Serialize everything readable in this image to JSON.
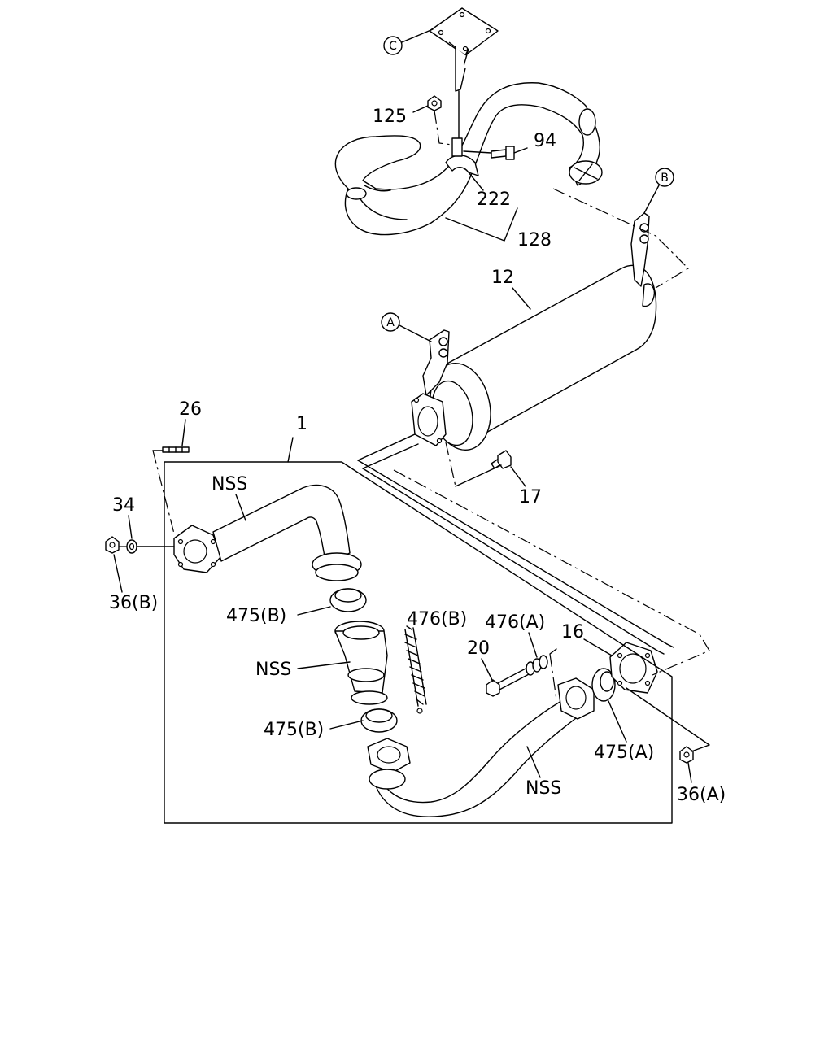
{
  "labels": {
    "callout_c": "C",
    "callout_b": "B",
    "callout_a": "A",
    "part_125": "125",
    "part_94": "94",
    "part_222": "222",
    "part_128": "128",
    "part_12": "12",
    "part_17": "17",
    "part_26": "26",
    "part_1": "1",
    "part_34": "34",
    "part_36b": "36(B)",
    "part_nss_top": "NSS",
    "part_475b_top": "475(B)",
    "part_nss_mid": "NSS",
    "part_475b_bottom": "475(B)",
    "part_476b": "476(B)",
    "part_476a": "476(A)",
    "part_20": "20",
    "part_16": "16",
    "part_475a": "475(A)",
    "part_nss_bottom": "NSS",
    "part_36a": "36(A)"
  }
}
